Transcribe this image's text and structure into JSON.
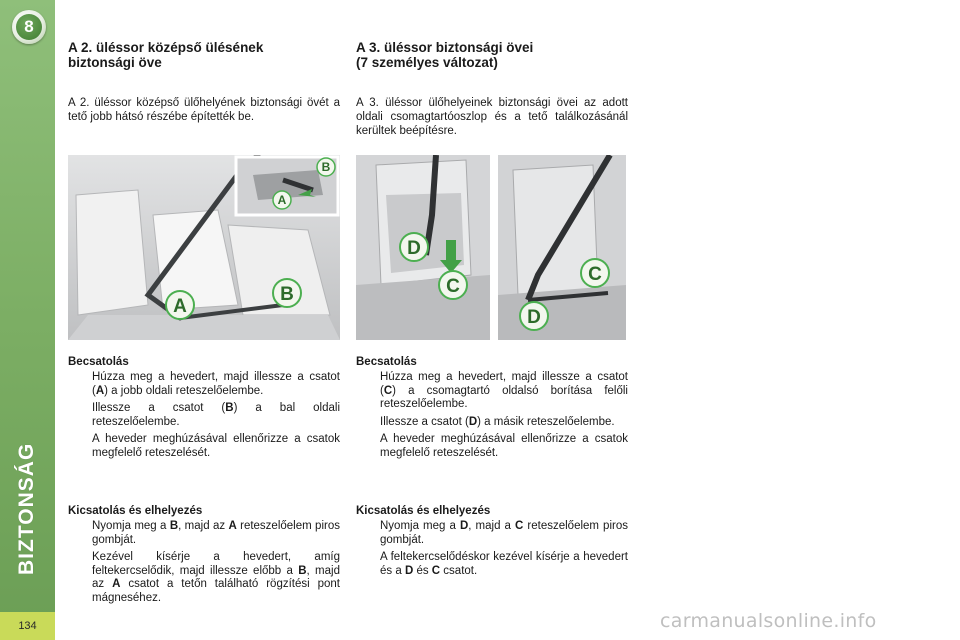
{
  "sidebar": {
    "chapter_number": "8",
    "chapter_title": "BIZTONSÁG",
    "page_number": "134",
    "accent_color": "#7cae64",
    "page_tab_color": "#c9da59"
  },
  "left": {
    "title_line1": "A 2. üléssor középső ülésének",
    "title_line2": "biztonsági öve",
    "intro": "A 2. üléssor középső ülőhelyének biztonsági övét a tető jobb hátsó részébe építették be.",
    "figure": {
      "inset_labels": [
        "B",
        "A"
      ],
      "labels": [
        "A",
        "B"
      ]
    },
    "fasten_title": "Becsatolás",
    "fasten_steps": [
      [
        "Húzza meg a hevedert, majd illessze a csatot (",
        "A",
        ") a jobb oldali reteszelőelembe."
      ],
      [
        "Illessze a csatot (",
        "B",
        ") a bal oldali reteszelőelembe."
      ],
      [
        "A heveder meghúzásával ellenőrizze a csatok megfelelő reteszelését.",
        "",
        ""
      ]
    ],
    "unfasten_title": "Kicsatolás és elhelyezés",
    "unfasten_steps": [
      [
        "Nyomja meg a ",
        "B",
        ", majd az ",
        "A",
        " reteszelőelem piros gombját."
      ],
      [
        "Kezével kísérje a hevedert, amíg feltekercselődik, majd illessze előbb a ",
        "B",
        ", majd az ",
        "A",
        " csatot a tetőn található rögzítési pont mágneséhez."
      ]
    ]
  },
  "right": {
    "title_line1": "A 3. üléssor biztonsági övei",
    "title_line2": "(7 személyes változat)",
    "intro": "A 3. üléssor ülőhelyeinek biztonsági övei az adott oldali csomagtartóoszlop és a tető találkozásánál kerültek beépítésre.",
    "figure": {
      "left_labels": [
        "D",
        "C"
      ],
      "right_labels": [
        "C",
        "D"
      ]
    },
    "fasten_title": "Becsatolás",
    "fasten_steps": [
      [
        "Húzza meg a hevedert, majd illessze a csatot (",
        "C",
        ") a csomagtartó oldalsó borítása felőli reteszelőelembe."
      ],
      [
        "Illessze a csatot (",
        "D",
        ") a másik reteszelőelembe."
      ],
      [
        "A heveder meghúzásával ellenőrizze a csatok megfelelő reteszelését.",
        "",
        ""
      ]
    ],
    "unfasten_title": "Kicsatolás és elhelyezés",
    "unfasten_steps": [
      [
        "Nyomja meg a ",
        "D",
        ", majd a ",
        "C",
        " reteszelőelem piros gombját."
      ],
      [
        "A feltekercselődéskor kezével kísérje a hevedert és a ",
        "D",
        " és ",
        "C",
        " csatot."
      ]
    ]
  },
  "bullet_glyph": "",
  "watermark": "carmanualsonline.info"
}
